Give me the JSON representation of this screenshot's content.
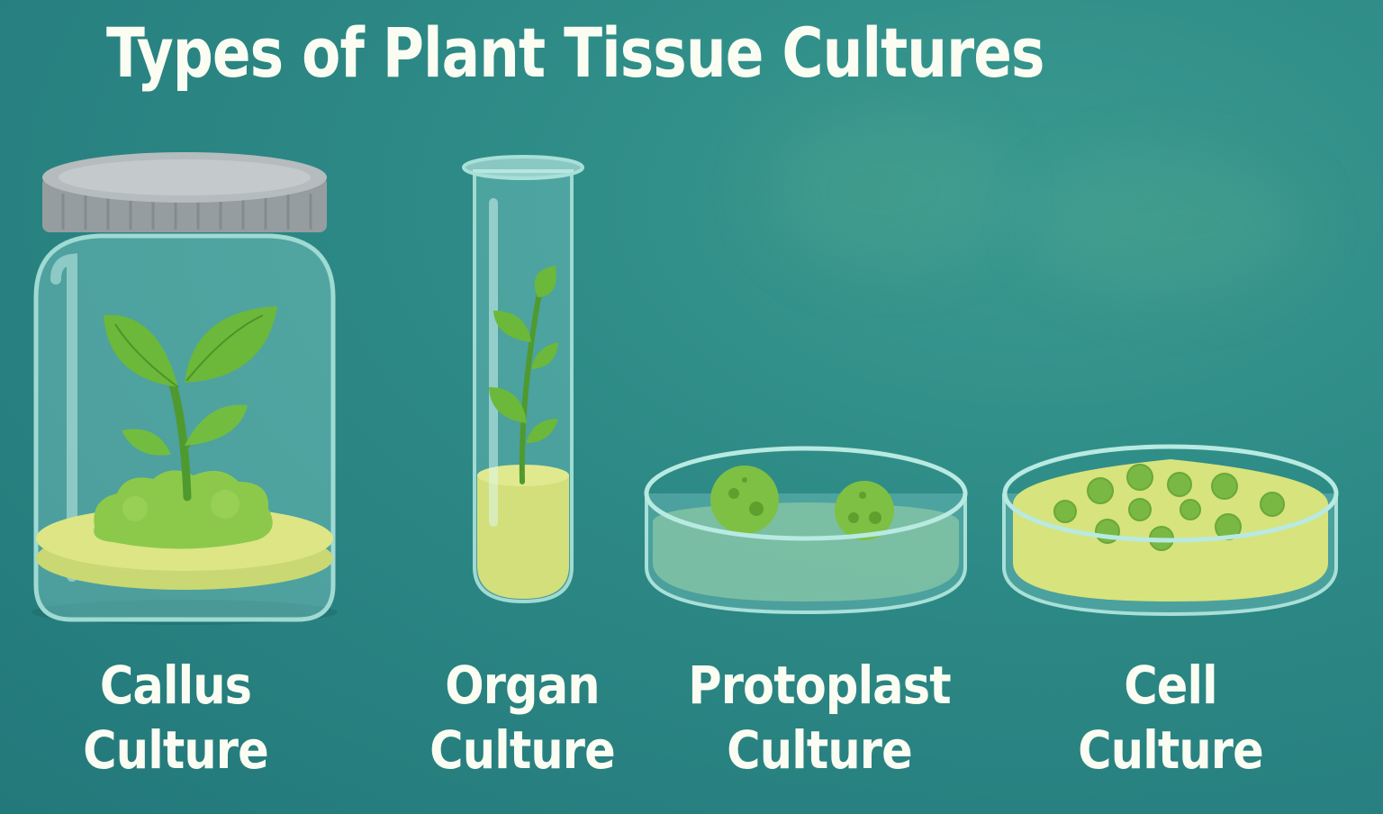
{
  "title": "Types of Plant Tissue Cultures",
  "cultures": [
    {
      "line1": "Callus",
      "line2": "Culture",
      "vessel": "jar-with-callus-and-seedling"
    },
    {
      "line1": "Organ",
      "line2": "Culture",
      "vessel": "test-tube-with-shoot"
    },
    {
      "line1": "Protoplast",
      "line2": "Culture",
      "vessel": "petri-dish-with-protoplasts"
    },
    {
      "line1": "Cell",
      "line2": "Culture",
      "vessel": "petri-dish-with-cell-colonies"
    }
  ],
  "colors": {
    "background": "#2d8a86",
    "text": "#fbfdf2",
    "medium": "#d7e37c",
    "leaf": "#6cb83a",
    "cap": "#9ea6a8"
  }
}
